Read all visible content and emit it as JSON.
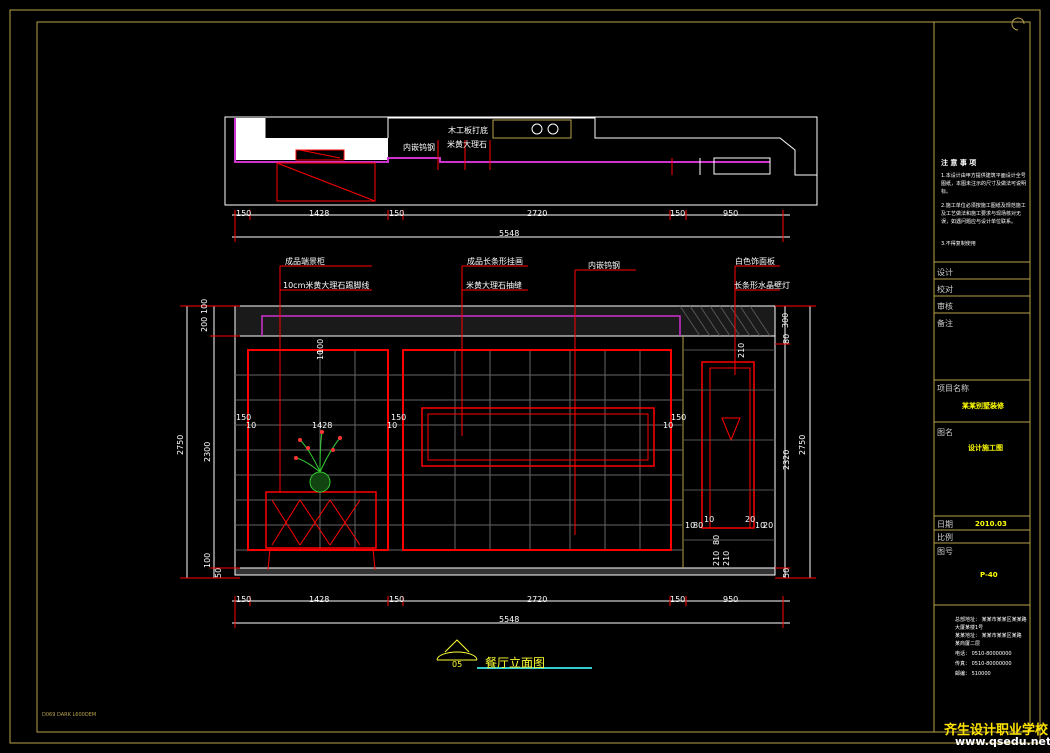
{
  "plan_labels": {
    "wood_floor": "木工板打底",
    "beige_marble": "米黄大理石",
    "embedded_steel": "内嵌钨钢"
  },
  "plan_dims": {
    "segments": [
      "150",
      "1428",
      "150",
      "2720",
      "150",
      "950"
    ],
    "total": "5548"
  },
  "callouts": {
    "c1": "成品端景柜",
    "c2": "10cm米黄大理石踢脚线",
    "c3": "成品长条形挂画",
    "c4": "米黄大理石抽缝",
    "c5": "内嵌钨钢",
    "c6": "白色饰面板",
    "c7": "长条形水晶壁灯"
  },
  "elev_dims": {
    "bottom_segments": [
      "150",
      "1428",
      "150",
      "2720",
      "150",
      "950"
    ],
    "bottom_total": "5548",
    "left_total": "2750",
    "left_sub": "2300",
    "left_top_a": "200",
    "left_top_b": "100",
    "left_bottom": "100",
    "left_tail": "50",
    "right_total": "2750",
    "right_sub": "2320",
    "right_top_a": "300",
    "right_top_b": "80",
    "right_bottom": "50",
    "inner_150_left": "150",
    "inner_10_left": "10",
    "inner_1428": "1428",
    "inner_150_mid": "150",
    "inner_10_mid": "10",
    "inner_150_right": "150",
    "inner_10_right": "10",
    "top_frame": "10",
    "top_frame_h": "100",
    "right_210_top": "210",
    "right_bottom_a": "10",
    "right_bottom_b": "80",
    "right_bottom_c": "10",
    "right_bottom_d": "20",
    "right_bottom_e": "10",
    "right_bottom_f": "20",
    "right_v_210a": "210",
    "right_v_210b": "210",
    "right_v_80": "80"
  },
  "drawing": {
    "title": "餐厅立面图",
    "number": "05",
    "bottom_left_note": "D069 DARK L600DEM"
  },
  "side_panel": {
    "notes_heading": "注 意 事 项",
    "notes": [
      "1.本设计由甲方提供建筑平面设计全号图纸，本图未注示的尺寸及做法可说明标。",
      "2.施工单位必须按施工图纸及规范施工及工艺做法和施工要求与现场核对无误，如遇问题应与设计单位联系。",
      "3.不得复制使用"
    ],
    "rows": [
      "设计",
      "校对",
      "审核",
      "备注"
    ],
    "project_label": "项目名称",
    "project_value": "某某别墅装修",
    "figname_label": "图名",
    "figname_value": "设计施工图",
    "date_label": "日期",
    "date_value": "2010.03",
    "scale_label": "比例",
    "fignum_label": "图号",
    "fignum_value": "P-40",
    "address_lines": [
      "总部地址：  某某市某某区某某路",
      "              大厦某楼1号",
      "某某地址：  某某市某某区某路",
      "              某商厦二层",
      "电话：  0510-80000000",
      "传真：  0510-80000000",
      "邮编：  510000"
    ]
  },
  "watermark": {
    "line1": "齐生设计职业学校",
    "line2": "www.qsedu.net"
  },
  "colors": {
    "red": "#ff0000",
    "white": "#ffffff",
    "yellow": "#ffff33",
    "gold": "#b8a24a",
    "magenta": "#cc33cc",
    "green": "#33cc33"
  }
}
